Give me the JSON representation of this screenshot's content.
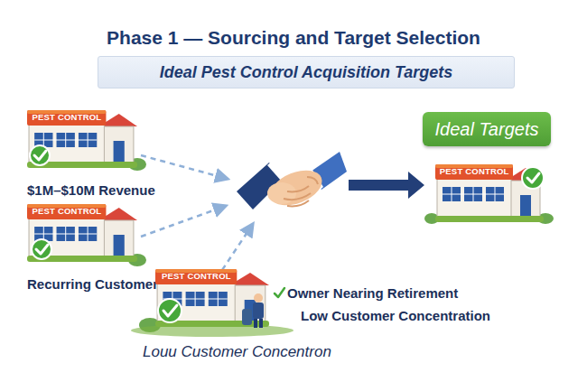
{
  "diagram": {
    "title": "Phase 1 — Sourcing and Target Selection",
    "nodes": [
      {
        "text": [
          "Ideal Pest Control Acquisition Targets"
        ]
      },
      {
        "text": [
          "PEST CONTROL",
          "$1M–$10M Revenue"
        ]
      },
      {
        "text": [
          "PEST CONTROL",
          "Recurring Customers"
        ]
      },
      {
        "text": [
          "PEST CONTROL",
          "Louu Customer Concentron"
        ]
      },
      {
        "text": [
          "Ideal Targets"
        ]
      },
      {
        "text": [
          "PEST CONTROL"
        ]
      }
    ],
    "labels": [
      "Owner Nearing Retirement",
      "Low Customer Concentration"
    ]
  }
}
